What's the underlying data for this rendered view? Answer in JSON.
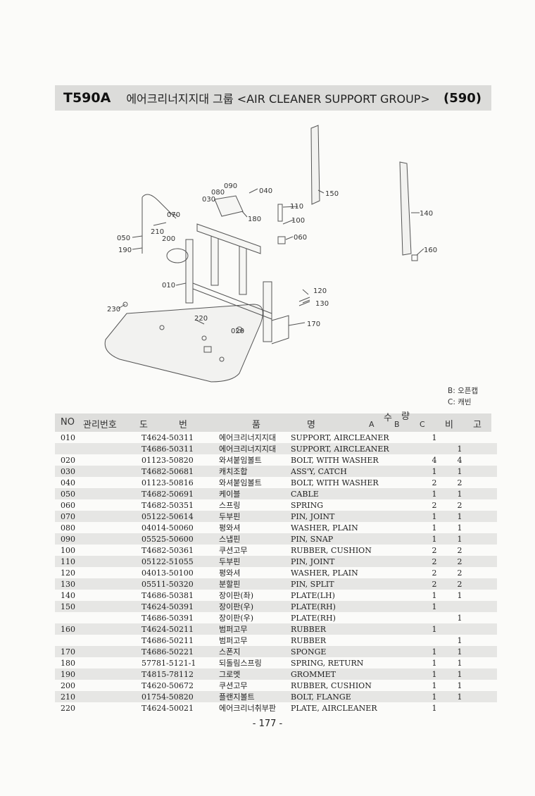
{
  "title": {
    "code": "T590A",
    "text": "에어크리너지지대 그룹 <AIR CLEANER SUPPORT GROUP>",
    "number": "(590)"
  },
  "diagram_labels": [
    "090",
    "080",
    "030",
    "040",
    "070",
    "180",
    "110",
    "100",
    "060",
    "150",
    "140",
    "160",
    "050",
    "210",
    "200",
    "190",
    "010",
    "120",
    "130",
    "230",
    "220",
    "020",
    "170"
  ],
  "legend": [
    "B: 오픈캡",
    "C: 캐빈"
  ],
  "table_header": {
    "no": "NO",
    "mgmt": "관리번호",
    "part_do": "도",
    "part_beon": "번",
    "name_pum": "품",
    "name_myeong": "명",
    "qty_su": "수",
    "qty_ryang": "량",
    "col_a": "A",
    "col_b": "B",
    "col_c": "C",
    "remarks_bi": "비",
    "remarks_go": "고"
  },
  "rows": [
    {
      "no": "010",
      "pn": "T4624-50311",
      "kn": "에어크리너지지대",
      "en": "SUPPORT, AIRCLEANER",
      "a": "",
      "b": "1",
      "c": ""
    },
    {
      "no": "",
      "pn": "T4686-50311",
      "kn": "에어크리너지지대",
      "en": "SUPPORT, AIRCLEANER",
      "a": "",
      "b": "",
      "c": "1"
    },
    {
      "no": "020",
      "pn": "01123-50820",
      "kn": "와셔붙임볼트",
      "en": "BOLT, WITH WASHER",
      "a": "",
      "b": "4",
      "c": "4"
    },
    {
      "no": "030",
      "pn": "T4682-50681",
      "kn": "캐치조합",
      "en": "ASS'Y, CATCH",
      "a": "",
      "b": "1",
      "c": "1"
    },
    {
      "no": "040",
      "pn": "01123-50816",
      "kn": "와셔붙임볼트",
      "en": "BOLT, WITH WASHER",
      "a": "",
      "b": "2",
      "c": "2"
    },
    {
      "no": "050",
      "pn": "T4682-50691",
      "kn": "케이블",
      "en": "CABLE",
      "a": "",
      "b": "1",
      "c": "1"
    },
    {
      "no": "060",
      "pn": "T4682-50351",
      "kn": "스프링",
      "en": "SPRING",
      "a": "",
      "b": "2",
      "c": "2"
    },
    {
      "no": "070",
      "pn": "05122-50614",
      "kn": "두부핀",
      "en": "PIN, JOINT",
      "a": "",
      "b": "1",
      "c": "1"
    },
    {
      "no": "080",
      "pn": "04014-50060",
      "kn": "평와셔",
      "en": "WASHER, PLAIN",
      "a": "",
      "b": "1",
      "c": "1"
    },
    {
      "no": "090",
      "pn": "05525-50600",
      "kn": "스냅핀",
      "en": "PIN, SNAP",
      "a": "",
      "b": "1",
      "c": "1"
    },
    {
      "no": "100",
      "pn": "T4682-50361",
      "kn": "쿠션고무",
      "en": "RUBBER, CUSHION",
      "a": "",
      "b": "2",
      "c": "2"
    },
    {
      "no": "110",
      "pn": "05122-51055",
      "kn": "두부핀",
      "en": "PIN, JOINT",
      "a": "",
      "b": "2",
      "c": "2"
    },
    {
      "no": "120",
      "pn": "04013-50100",
      "kn": "평와셔",
      "en": "WASHER, PLAIN",
      "a": "",
      "b": "2",
      "c": "2"
    },
    {
      "no": "130",
      "pn": "05511-50320",
      "kn": "분할핀",
      "en": "PIN, SPLIT",
      "a": "",
      "b": "2",
      "c": "2"
    },
    {
      "no": "140",
      "pn": "T4686-50381",
      "kn": "장이판(좌)",
      "en": "PLATE(LH)",
      "a": "",
      "b": "1",
      "c": "1"
    },
    {
      "no": "150",
      "pn": "T4624-50391",
      "kn": "장이판(우)",
      "en": "PLATE(RH)",
      "a": "",
      "b": "1",
      "c": ""
    },
    {
      "no": "",
      "pn": "T4686-50391",
      "kn": "장이판(우)",
      "en": "PLATE(RH)",
      "a": "",
      "b": "",
      "c": "1"
    },
    {
      "no": "160",
      "pn": "T4624-50211",
      "kn": "범퍼고무",
      "en": "RUBBER",
      "a": "",
      "b": "1",
      "c": ""
    },
    {
      "no": "",
      "pn": "T4686-50211",
      "kn": "범퍼고무",
      "en": "RUBBER",
      "a": "",
      "b": "",
      "c": "1"
    },
    {
      "no": "170",
      "pn": "T4686-50221",
      "kn": "스폰지",
      "en": "SPONGE",
      "a": "",
      "b": "1",
      "c": "1"
    },
    {
      "no": "180",
      "pn": "57781-5121-1",
      "kn": "되돌림스프링",
      "en": "SPRING, RETURN",
      "a": "",
      "b": "1",
      "c": "1"
    },
    {
      "no": "190",
      "pn": "T4815-78112",
      "kn": "그로멧",
      "en": "GROMMET",
      "a": "",
      "b": "1",
      "c": "1"
    },
    {
      "no": "200",
      "pn": "T4620-50672",
      "kn": "쿠션고무",
      "en": "RUBBER, CUSHION",
      "a": "",
      "b": "1",
      "c": "1"
    },
    {
      "no": "210",
      "pn": "01754-50820",
      "kn": "플랜지볼트",
      "en": "BOLT, FLANGE",
      "a": "",
      "b": "1",
      "c": "1"
    },
    {
      "no": "220",
      "pn": "T4624-50021",
      "kn": "에어크리너취부판",
      "en": "PLATE, AIRCLEANER",
      "a": "",
      "b": "1",
      "c": ""
    }
  ],
  "page_number": "- 177 -"
}
